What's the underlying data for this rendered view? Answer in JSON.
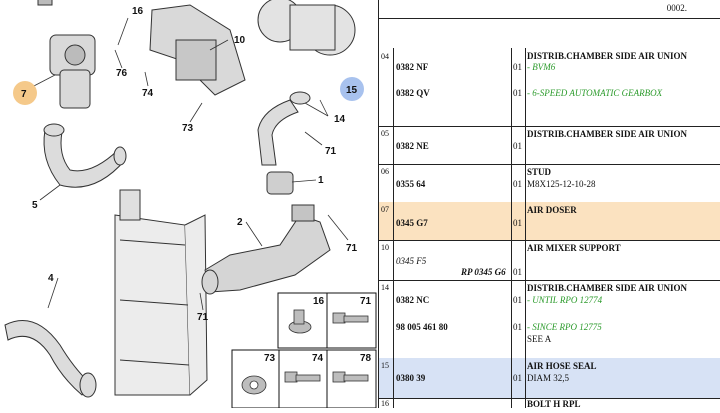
{
  "top_code": "0002.",
  "diagram": {
    "labels": {
      "l16a": "16",
      "l76": "76",
      "l7": "7",
      "l74a": "74",
      "l10": "10",
      "l73a": "73",
      "l15": "15",
      "l14": "14",
      "l71a": "71",
      "l1": "1",
      "l5": "5",
      "l2": "2",
      "l71b": "71",
      "l71c": "71",
      "l4": "4",
      "b16": "16",
      "b71": "71",
      "b73": "73",
      "b74": "74",
      "b78": "78"
    },
    "highlight_colors": {
      "orange": "#f5c98a",
      "blue": "#a8c2ee"
    }
  },
  "rows": [
    {
      "num": "04",
      "lines": [
        {
          "ref": "0382 NF",
          "qty": "01",
          "desc": "DISTRIB.CHAMBER SIDE AIR UNION",
          "note": "- BVM6"
        },
        {
          "ref": "0382 QV",
          "qty": "01",
          "desc": "",
          "note": "- 6-SPEED AUTOMATIC GEARBOX"
        }
      ]
    },
    {
      "num": "05",
      "ref": "0382 NE",
      "qty": "01",
      "desc": "DISTRIB.CHAMBER SIDE AIR UNION"
    },
    {
      "num": "06",
      "ref": "0355 64",
      "qty": "01",
      "desc": "STUD",
      "desc2": "M8X125-12-10-28"
    },
    {
      "num": "07",
      "ref": "0345 G7",
      "qty": "01",
      "desc": "AIR DOSER"
    },
    {
      "num": "10",
      "ref": "0345 F5",
      "ref2": "RP 0345 G6",
      "qty": "01",
      "desc": "AIR MIXER SUPPORT"
    },
    {
      "num": "14",
      "lines": [
        {
          "ref": "0382 NC",
          "qty": "01",
          "desc": "DISTRIB.CHAMBER SIDE AIR UNION",
          "note": "- UNTIL RPO 12774"
        },
        {
          "ref": "98 005 461 80",
          "qty": "01",
          "desc": "",
          "note": "- SINCE RPO 12775",
          "note2": "SEE A"
        }
      ]
    },
    {
      "num": "15",
      "ref": "0380 39",
      "qty": "01",
      "desc": "AIR HOSE SEAL",
      "desc2": "DIAM 32,5"
    },
    {
      "num": "16",
      "desc": "BOLT H RPL"
    }
  ]
}
